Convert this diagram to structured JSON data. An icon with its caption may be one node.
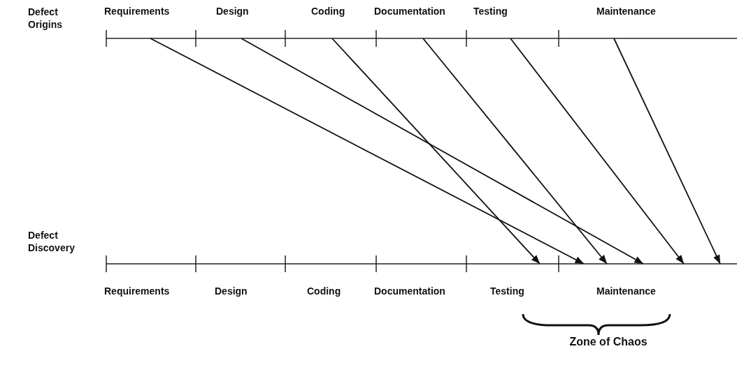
{
  "diagram": {
    "nodes": [
      {
        "text": [
          "Requirements"
        ]
      },
      {
        "text": [
          "Design"
        ]
      },
      {
        "text": [
          "Coding"
        ]
      },
      {
        "text": [
          "Documentation"
        ]
      },
      {
        "text": [
          "Testing"
        ]
      },
      {
        "text": [
          "Maintenance"
        ]
      },
      {
        "text": [
          "Requirements"
        ]
      },
      {
        "text": [
          "Design"
        ]
      },
      {
        "text": [
          "Coding"
        ]
      },
      {
        "text": [
          "Documentation"
        ]
      },
      {
        "text": [
          "Testing"
        ]
      },
      {
        "text": [
          "Maintenance"
        ]
      }
    ],
    "edges": [
      {
        "from": 0,
        "to": 11,
        "arrow": "to"
      },
      {
        "from": 1,
        "to": 11,
        "arrow": "to"
      },
      {
        "from": 2,
        "to": 10,
        "arrow": "to"
      },
      {
        "from": 3,
        "to": 11,
        "arrow": "to"
      },
      {
        "from": 4,
        "to": 11,
        "arrow": "to"
      },
      {
        "from": 5,
        "to": 11,
        "arrow": "to"
      }
    ],
    "labels": [
      "Defect Origins",
      "Defect Discovery",
      "Zone of Chaos"
    ]
  }
}
